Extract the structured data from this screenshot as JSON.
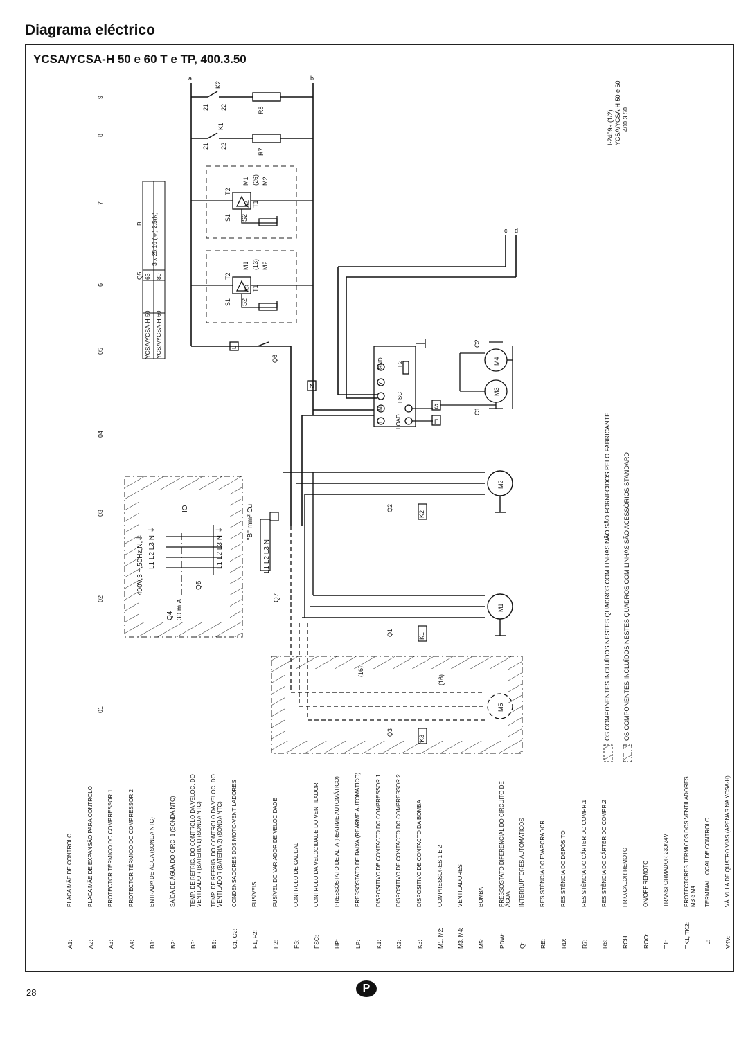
{
  "page_title": "Diagrama eléctrico",
  "subtitle": "YCSA/YCSA-H 50 e 60 T e TP, 400.3.50",
  "page_number": "28",
  "language_badge": "P",
  "drawing_ref": [
    "I-2409a (1/2)",
    "YCSA/YCSA-H 50 e 60",
    "400.3.50"
  ],
  "column_numbers": [
    "9",
    "8",
    "7",
    "6",
    "05",
    "04",
    "03",
    "02",
    "01"
  ],
  "supply_label": "400V,3 ~,50Hz,N,⏚",
  "cable_label": "\"B\" mm² Cu",
  "q5_table": {
    "headers": [
      "",
      "Q5",
      "B"
    ],
    "rows": [
      [
        "YCSA/YCSA-H 50",
        "63",
        "3 x 25,16 (⏚) 2,5(N)"
      ],
      [
        "YCSA/YCSA-H 60",
        "80",
        ""
      ]
    ]
  },
  "notes": [
    "OS COMPONENTES INCLUÍDOS NESTES QUADROS COM LINHAS NÃO SÃO FORNECIDOS PELO FABRICANTE",
    "OS COMPONENTES INCLUÍDOS NESTES QUADROS COM LINHAS SÃO ACESSÓRIOS STANDARD"
  ],
  "legend": [
    {
      "code": "A1:",
      "desc": "PLACA MÃE DE CONTROLO"
    },
    {
      "code": "A2:",
      "desc": "PLACA MÃE DE EXPANSÃO PARA CONTROLO"
    },
    {
      "code": "A3:",
      "desc": "PROTECTOR TÉRMICO DO COMPRESSOR 1"
    },
    {
      "code": "A4:",
      "desc": "PROTECTOR TÉRMICO DO COMPRESSOR 2"
    },
    {
      "code": "B1:",
      "desc": "ENTRADA DE ÁGUA (SONDA NTC)"
    },
    {
      "code": "B2:",
      "desc": "SAÍDA DE ÁGUA DO CIRC. 1 (SONDA NTC)"
    },
    {
      "code": "B3:",
      "desc": "TEMP. DE REFRIG. DO CONTROLO DA VELOC. DO VENTILADOR (BATERIA 1) (SONDA NTC)"
    },
    {
      "code": "B5:",
      "desc": "TEMP. DE REFRIG. DO CONTROLO DA VELOC. DO VENTILADOR (BATERIA 2) (SONDA NTC)"
    },
    {
      "code": "C1, C2:",
      "desc": "CONDENSADORES DOS MOTO-VENTILADORES"
    },
    {
      "code": "F1, F2:",
      "desc": "FUSÍVEIS"
    },
    {
      "code": "F2:",
      "desc": "FUSÍVEL DO VARIADOR DE VELOCIDADE"
    },
    {
      "code": "FS:",
      "desc": "CONTROLO DE CAUDAL"
    },
    {
      "code": "FSC:",
      "desc": "CONTROLO DA VELOCIDADE DO VENTILADOR"
    },
    {
      "code": "HP:",
      "desc": "PRESSÓSTATO DE ALTA (REARME AUTOMÁTICO)"
    },
    {
      "code": "LP:",
      "desc": "PRESSÓSTATO DE BAIXA (REARME AUTOMÁTICO)"
    },
    {
      "code": "K1:",
      "desc": "DISPOSITIVO DE CONTACTO DO COMPRESSOR 1"
    },
    {
      "code": "K2:",
      "desc": "DISPOSITIVO DE CONTACTO DO COMPRESSOR 2"
    },
    {
      "code": "K3:",
      "desc": "DISPOSITIVO DE CONTACTO DA BOMBA"
    },
    {
      "code": "M1, M2:",
      "desc": "COMPRESSORES 1 E 2"
    },
    {
      "code": "M3, M4:",
      "desc": "VENTILADORES"
    },
    {
      "code": "M5:",
      "desc": "BOMBA"
    },
    {
      "code": "PDW:",
      "desc": "PRESSÓSTATO DIFERENCIAL DO CIRCUITO DE ÁGUA"
    },
    {
      "code": "Q:",
      "desc": "INTERRUPTORES AUTOMÁTICOS"
    },
    {
      "code": "RE:",
      "desc": "RESISTÊNCIA DO EVAPORADOR"
    },
    {
      "code": "RD:",
      "desc": "RESISTÊNCIA DO DEPÓSITO"
    },
    {
      "code": "R7:",
      "desc": "RESISTÊNCIA DO CÁRTER DO COMPR.1"
    },
    {
      "code": "R8:",
      "desc": "RESISTÊNCIA DO CÁRTER DO COMPR.2"
    },
    {
      "code": "RCH:",
      "desc": "FRIO/CALOR REMOTO"
    },
    {
      "code": "ROO:",
      "desc": "ON/OFF REMOTO"
    },
    {
      "code": "T1:",
      "desc": "TRANSFORMADOR 230/24V"
    },
    {
      "code": "TK1, TK2:",
      "desc": "PROTECTORES TÉRMICOS DOS VENTILADORES M3 e M4"
    },
    {
      "code": "TL:",
      "desc": "TERMINAL LOCAL DE CONTROLO"
    },
    {
      "code": "V4V:",
      "desc": "VÁLVULA DE QUATRO VIAS (APENAS NA YCSA-H)"
    }
  ]
}
